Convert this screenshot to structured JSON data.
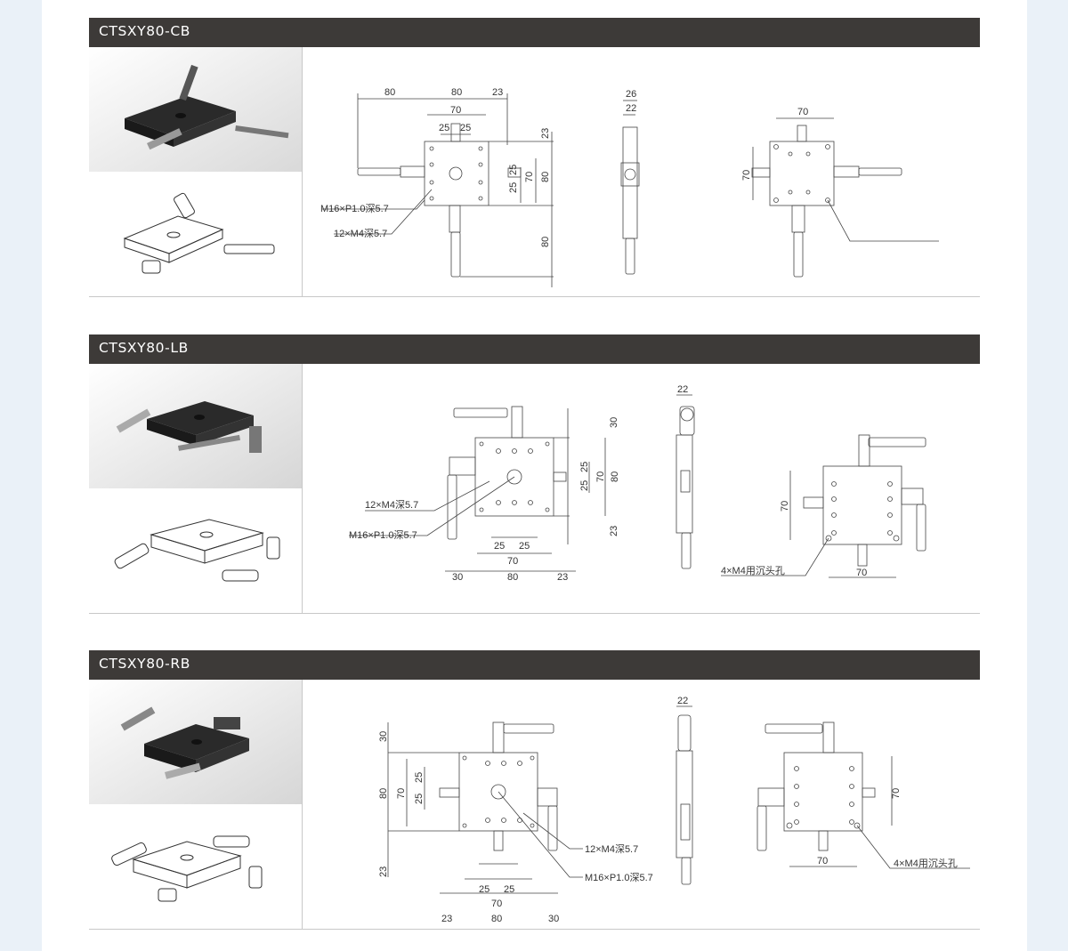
{
  "sections": [
    {
      "model": "CTSXY80-CB",
      "dims_top": [
        "80",
        "80",
        "23",
        "70",
        "25",
        "25"
      ],
      "dims_right": [
        "23",
        "25",
        "25",
        "70",
        "80",
        "80"
      ],
      "callouts": [
        "M16×P1.0深5.7",
        "12×M4深5.7"
      ],
      "side_dims": [
        "26",
        "22"
      ],
      "bottom_view_dims": [
        "70",
        "70"
      ]
    },
    {
      "model": "CTSXY80-LB",
      "dims_right": [
        "30",
        "25",
        "25",
        "70",
        "80",
        "23"
      ],
      "callouts": [
        "12×M4深5.7",
        "M16×P1.0深5.7"
      ],
      "dims_bottom": [
        "25",
        "25",
        "70",
        "30",
        "80",
        "23"
      ],
      "side_dims": [
        "22"
      ],
      "bottom_view_dims": [
        "70",
        "70"
      ],
      "bottom_view_callout": "4×M4用沉头孔"
    },
    {
      "model": "CTSXY80-RB",
      "dims_left": [
        "30",
        "80",
        "70",
        "25",
        "25",
        "23"
      ],
      "callouts": [
        "12×M4深5.7",
        "M16×P1.0深5.7"
      ],
      "dims_bottom": [
        "25",
        "25",
        "70",
        "23",
        "80",
        "30"
      ],
      "side_dims": [
        "22"
      ],
      "bottom_view_dims": [
        "70",
        "70"
      ],
      "bottom_view_callout": "4×M4用沉头孔"
    }
  ],
  "colors": {
    "bar": "#3d3a38",
    "page_bg": "#eaf1f8",
    "line": "#444444",
    "separator": "#c8c8c8"
  }
}
